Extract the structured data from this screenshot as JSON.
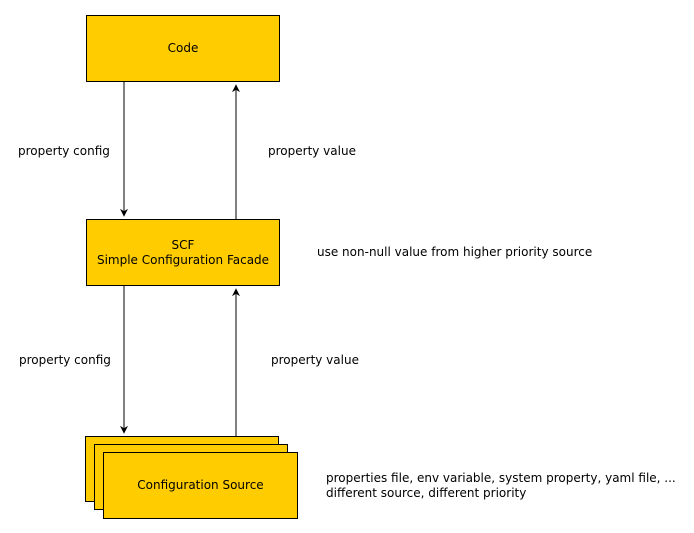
{
  "colors": {
    "box_fill": "#ffcc00",
    "box_stroke": "#000000",
    "arrow": "#000000",
    "text": "#000000"
  },
  "nodes": {
    "code": {
      "label": "Code"
    },
    "scf": {
      "line1": "SCF",
      "line2": "Simple Configuration Facade"
    },
    "source": {
      "label": "Configuration Source"
    }
  },
  "edges": {
    "code_to_scf": "property config",
    "scf_to_code": "property value",
    "scf_to_source": "property config",
    "source_to_scf": "property value"
  },
  "notes": {
    "scf_note": "use non-null value from higher priority source",
    "source_note_line1": "properties file, env variable, system property, yaml file, ...",
    "source_note_line2": "different source, different priority"
  }
}
